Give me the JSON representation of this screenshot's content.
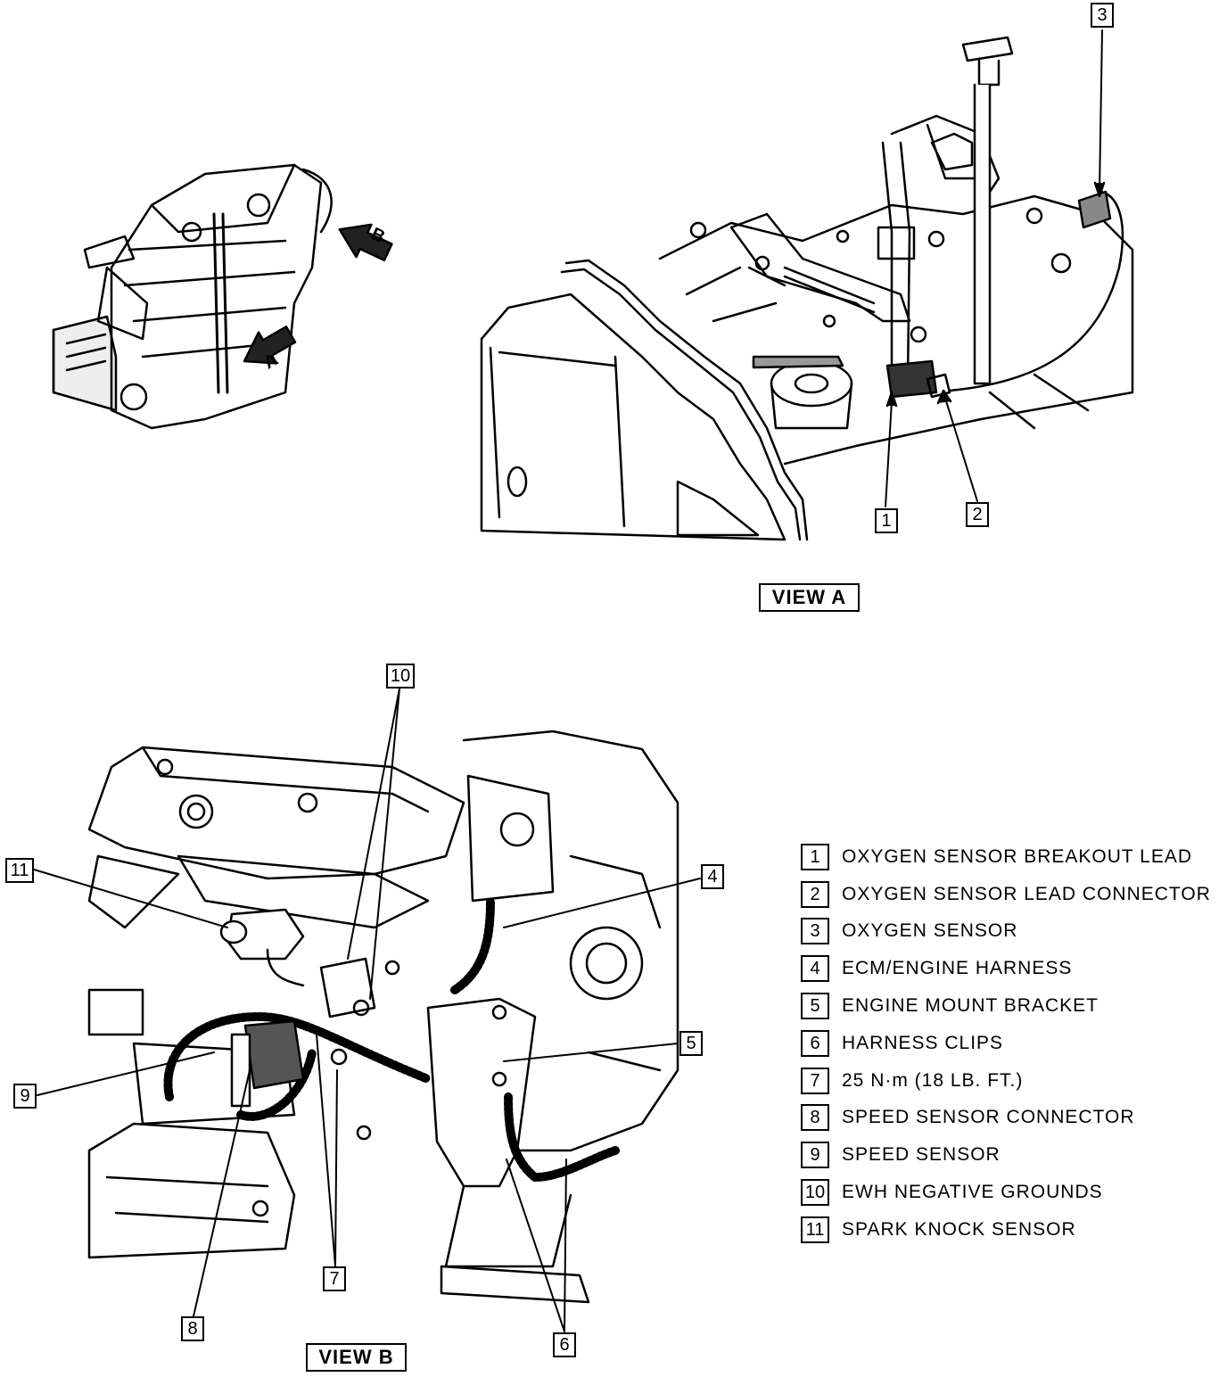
{
  "views": {
    "a": "VIEW A",
    "b": "VIEW B"
  },
  "small_view_arrows": {
    "a": "A",
    "b": "B"
  },
  "legend": [
    {
      "num": "1",
      "label": "OXYGEN SENSOR BREAKOUT LEAD"
    },
    {
      "num": "2",
      "label": "OXYGEN SENSOR LEAD CONNECTOR"
    },
    {
      "num": "3",
      "label": "OXYGEN SENSOR"
    },
    {
      "num": "4",
      "label": "ECM/ENGINE HARNESS"
    },
    {
      "num": "5",
      "label": "ENGINE MOUNT BRACKET"
    },
    {
      "num": "6",
      "label": "HARNESS CLIPS"
    },
    {
      "num": "7",
      "label": "25 N·m (18 LB. FT.)"
    },
    {
      "num": "8",
      "label": "SPEED SENSOR CONNECTOR"
    },
    {
      "num": "9",
      "label": "SPEED SENSOR"
    },
    {
      "num": "10",
      "label": "EWH NEGATIVE GROUNDS"
    },
    {
      "num": "11",
      "label": "SPARK KNOCK SENSOR"
    }
  ],
  "callouts": [
    "1",
    "2",
    "3",
    "4",
    "5",
    "6",
    "7",
    "8",
    "9",
    "10",
    "11"
  ]
}
